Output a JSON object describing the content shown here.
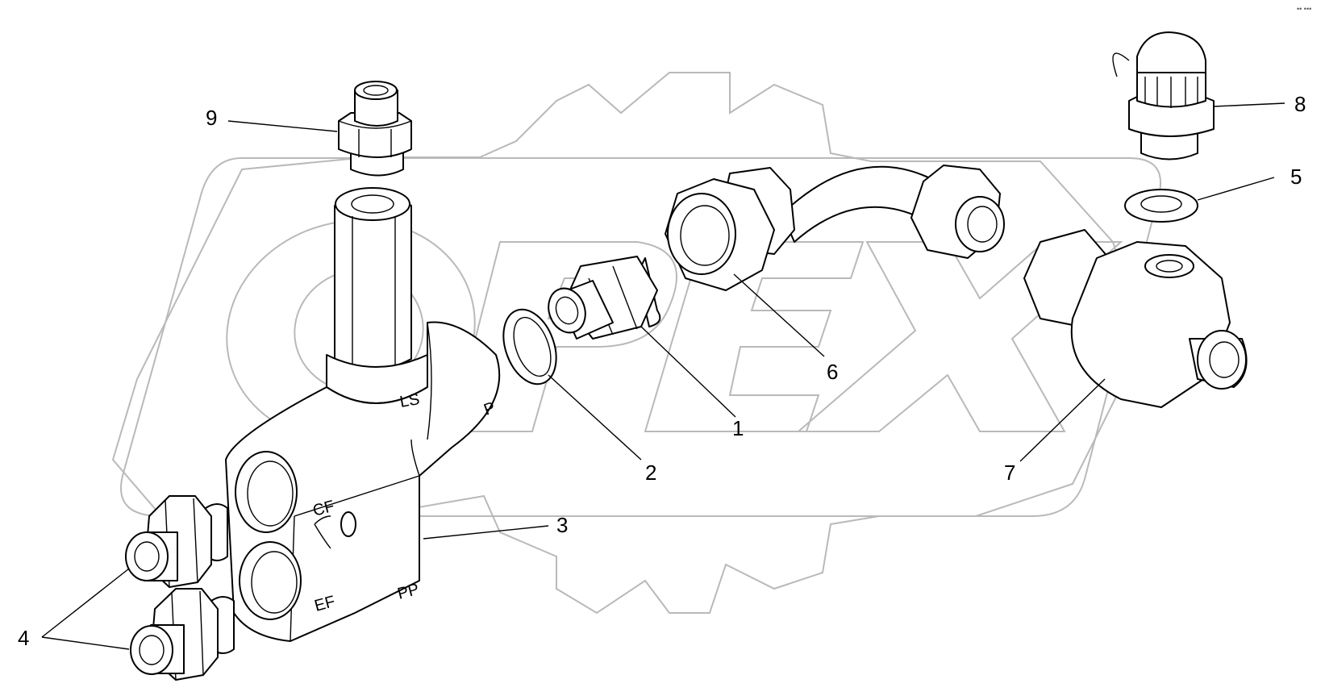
{
  "watermark": {
    "text": "OPEX"
  },
  "corner_mark": "•• •••",
  "callouts": [
    {
      "id": "c1",
      "label": "1"
    },
    {
      "id": "c2",
      "label": "2"
    },
    {
      "id": "c3",
      "label": "3"
    },
    {
      "id": "c4",
      "label": "4"
    },
    {
      "id": "c5",
      "label": "5"
    },
    {
      "id": "c6",
      "label": "6"
    },
    {
      "id": "c7",
      "label": "7"
    },
    {
      "id": "c8",
      "label": "8"
    },
    {
      "id": "c9",
      "label": "9"
    }
  ],
  "port_labels": {
    "ls": "LS",
    "p": "P",
    "cf": "CF",
    "ef": "EF",
    "pp": "PP"
  }
}
